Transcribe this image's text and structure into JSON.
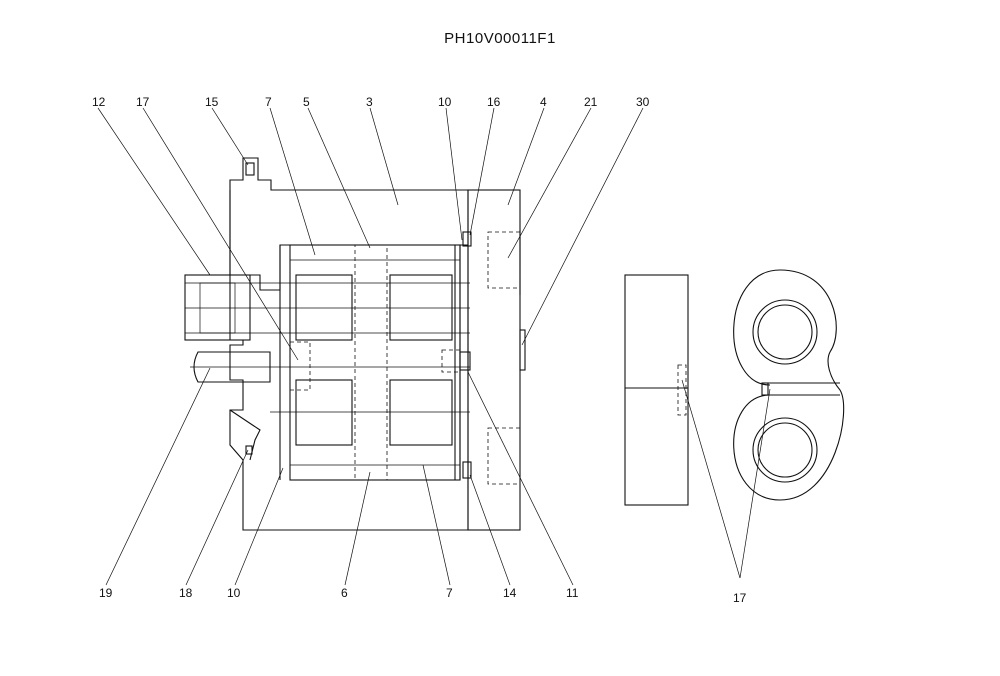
{
  "drawing": {
    "title": "PH10V00011F1",
    "callouts_top": [
      "12",
      "17",
      "15",
      "7",
      "5",
      "3",
      "10",
      "16",
      "4",
      "21",
      "30"
    ],
    "callouts_bottom": [
      "19",
      "18",
      "10",
      "6",
      "7",
      "14",
      "11"
    ],
    "callout_right": "17"
  }
}
